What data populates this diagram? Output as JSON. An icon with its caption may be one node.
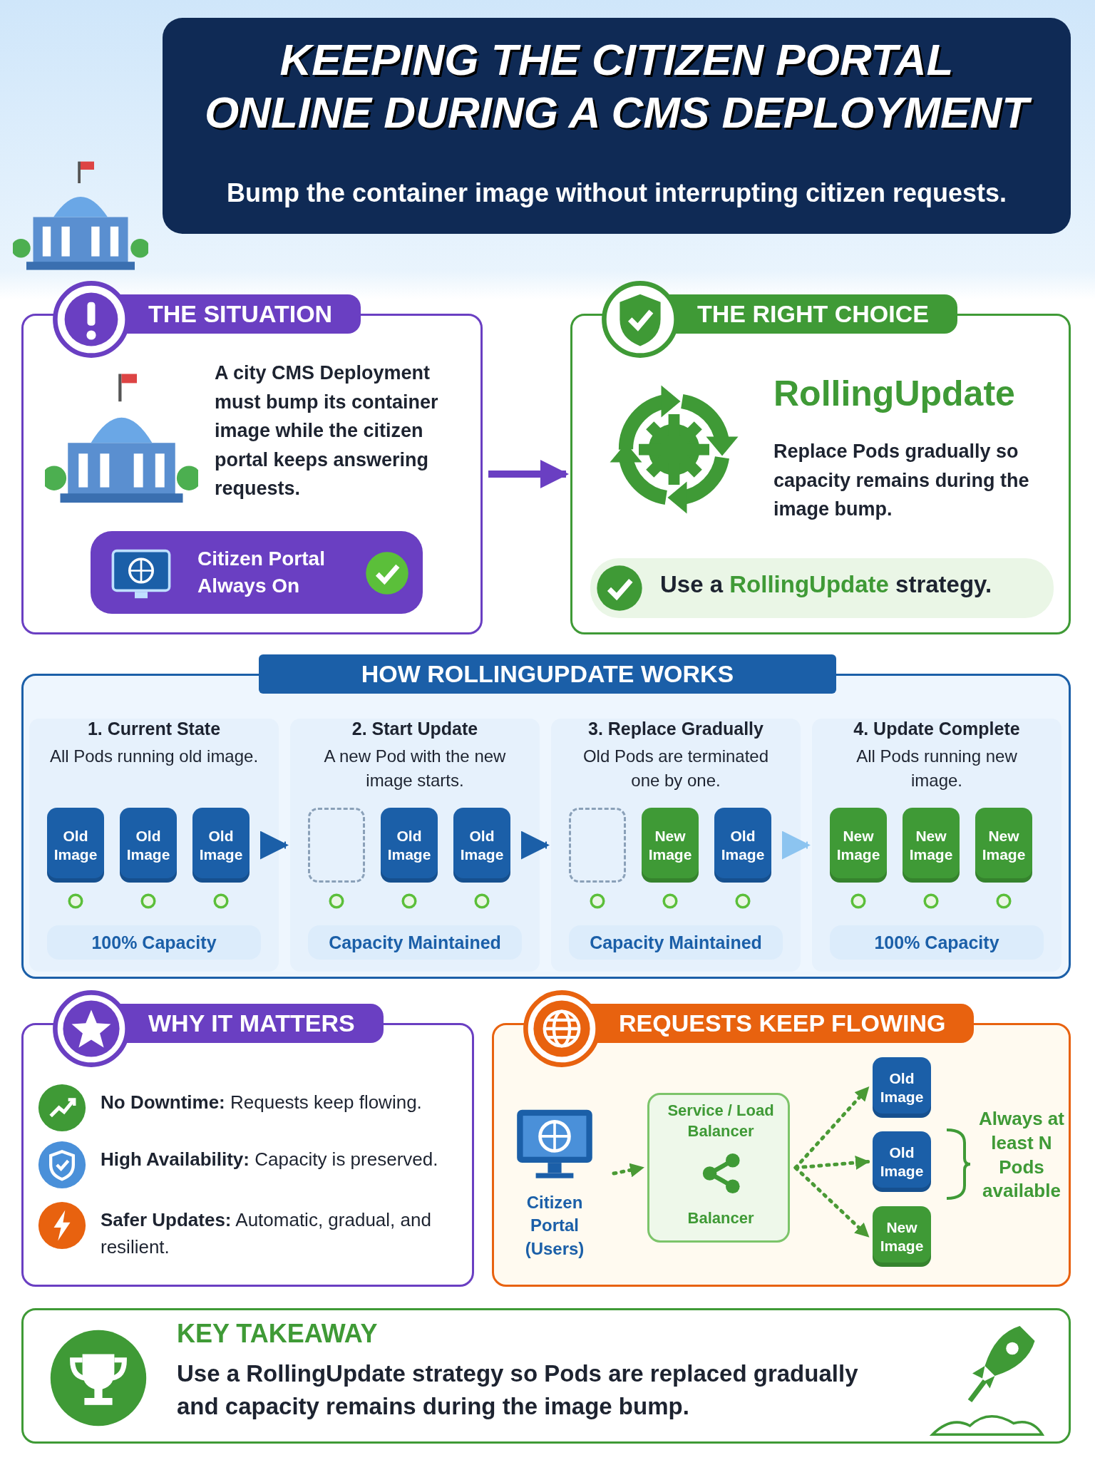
{
  "diagram": {
    "title": "KEEPING THE CITIZEN PORTAL ONLINE DURING A CMS DEPLOYMENT",
    "nodes": [
      {
        "text": [
          "THE SITUATION",
          "A city CMS Deployment must bump its container image while the citizen portal keeps answering requests."
        ]
      },
      {
        "text": [
          "Citizen Portal Always On"
        ],
        "in": 0
      },
      {
        "text": [
          "THE RIGHT CHOICE",
          "RollingUpdate",
          "Replace Pods gradually so capacity remains during the image bump."
        ]
      },
      {
        "text": [
          "Use a **RollingUpdate** strategy."
        ],
        "in": 2
      },
      {
        "text": [
          "HOW ROLLINGUPDATE WORKS"
        ]
      },
      {
        "text": [
          "1. Current State",
          "All Pods running old image."
        ],
        "in": 4
      },
      {
        "text": [
          "Old Image"
        ],
        "in": 5
      },
      {
        "text": [
          "Old Image"
        ],
        "in": 5
      },
      {
        "text": [
          "Old Image"
        ],
        "in": 5
      },
      {
        "text": [
          "100% Capacity"
        ],
        "in": 5
      },
      {
        "text": [
          "2. Start Update",
          "A new Pod with the new image starts."
        ],
        "in": 4
      },
      {
        "text": [],
        "shape": "box",
        "in": 10
      },
      {
        "text": [
          "Old Image"
        ],
        "in": 10
      },
      {
        "text": [
          "Old Image"
        ],
        "in": 10
      },
      {
        "text": [
          "Capacity Maintained"
        ],
        "in": 10
      },
      {
        "text": [
          "3. Replace Gradually",
          "Old Pods are terminated one by one."
        ],
        "in": 4
      },
      {
        "text": [],
        "shape": "box",
        "in": 15
      },
      {
        "text": [
          "New Image"
        ],
        "in": 15
      },
      {
        "text": [
          "Old Image"
        ],
        "in": 15
      },
      {
        "text": [
          "Capacity Maintained"
        ],
        "in": 15
      },
      {
        "text": [
          "4. Update Complete",
          "All Pods running new image."
        ],
        "in": 4
      },
      {
        "text": [
          "New Image"
        ],
        "in": 20
      },
      {
        "text": [
          "New Image"
        ],
        "in": 20
      },
      {
        "text": [
          "New Image"
        ],
        "in": 20
      },
      {
        "text": [
          "100% Capacity"
        ],
        "in": 20
      },
      {
        "text": [
          "WHY IT MATTERS",
          "**No Downtime:** Requests keep flowing.",
          "**High Availability:** Capacity is preserved.",
          "**Safer Updates:** Automatic, gradual, and resilient."
        ]
      },
      {
        "text": [
          "REQUESTS KEEP FLOWING"
        ]
      },
      {
        "text": [
          "Citizen Portal (Users)"
        ],
        "in": 26
      },
      {
        "text": [
          "Service / Load Balancer",
          "Balancer"
        ],
        "in": 26
      },
      {
        "text": [
          "Old Image"
        ],
        "in": 26
      },
      {
        "text": [
          "Old Image"
        ],
        "in": 26
      },
      {
        "text": [
          "New Image"
        ],
        "in": 26
      },
      {
        "text": [
          "KEY TAKEAWAY",
          "Use a **RollingUpdate** strategy so Pods are replaced gradually and capacity remains during the image bump."
        ]
      }
    ],
    "edges": [
      {
        "from": 0,
        "to": 2,
        "arrow": "to",
        "style": "thick",
        "color": "#6a3fc2"
      },
      {
        "from": 5,
        "to": 10,
        "arrow": "to",
        "style": "thick",
        "color": "#1b5fa8"
      },
      {
        "from": 10,
        "to": 15,
        "arrow": "to",
        "style": "thick",
        "color": "#1b5fa8"
      },
      {
        "from": 15,
        "to": 20,
        "arrow": "to",
        "style": "thick",
        "color": "#8cc4f0"
      },
      {
        "from": 27,
        "to": 28,
        "arrow": "to",
        "style": "dashed",
        "color": "#4a9a35"
      },
      {
        "from": 28,
        "to": 29,
        "arrow": "to",
        "style": "dashed",
        "color": "#4a9a35"
      },
      {
        "from": 28,
        "to": 30,
        "arrow": "to",
        "style": "dashed",
        "color": "#4a9a35"
      },
      {
        "from": 28,
        "to": 31,
        "arrow": "to",
        "style": "dashed",
        "color": "#4a9a35"
      }
    ],
    "labels": [
      "Bump the container image without interrupting citizen requests.",
      "Always at least N Pods available"
    ]
  }
}
